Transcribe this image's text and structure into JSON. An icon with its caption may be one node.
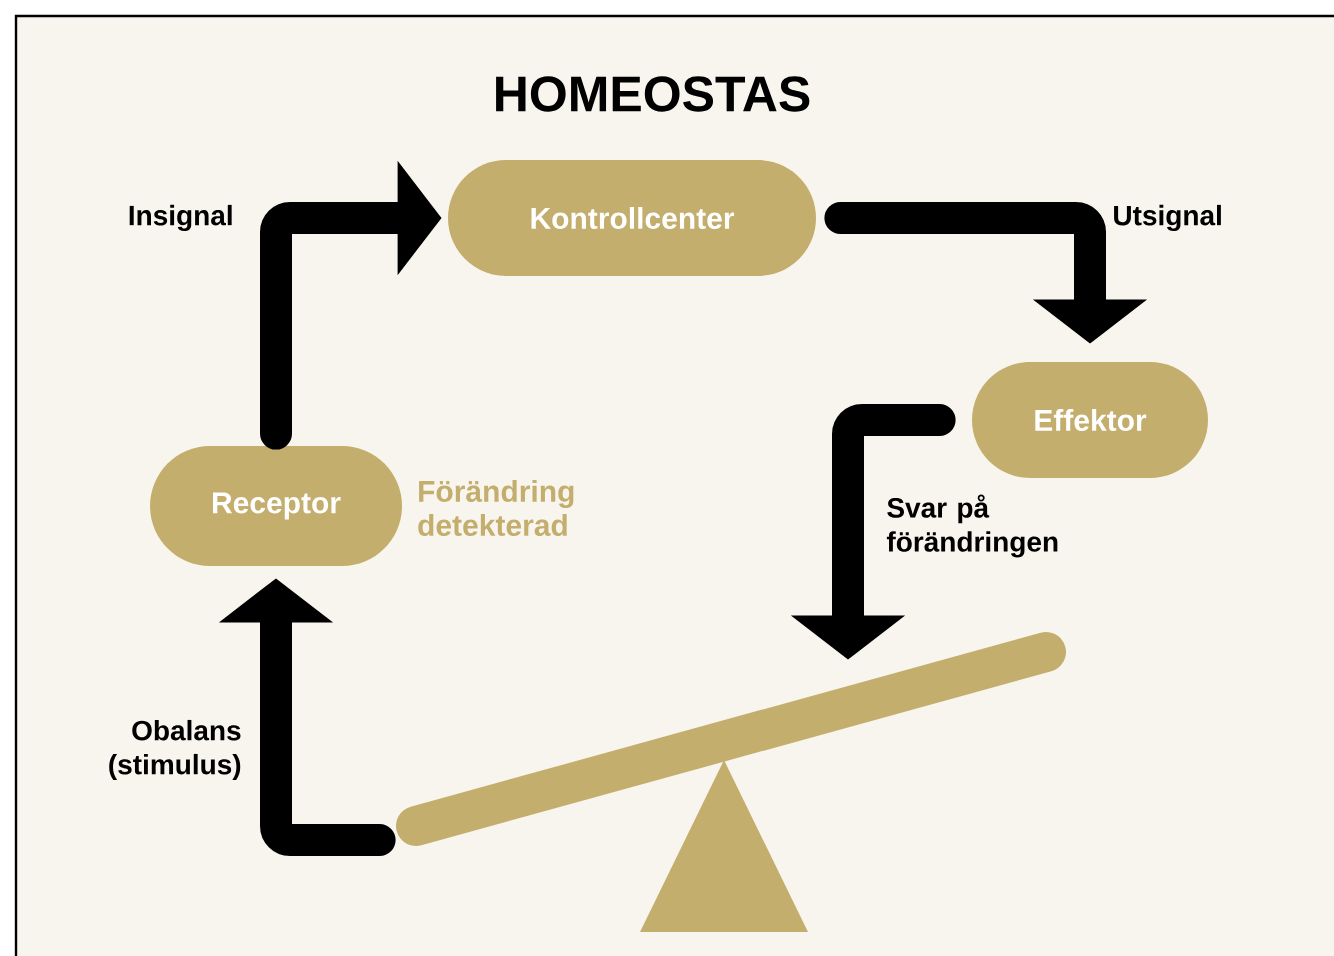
{
  "diagram": {
    "title": "HOMEOSTAS",
    "nodes": [
      {
        "text": [
          "Kontrollcenter"
        ]
      },
      {
        "text": [
          "Effektor"
        ]
      },
      {
        "text": [
          "Receptor"
        ],
        "beside": [
          "Förändring detekterad"
        ]
      },
      {
        "text": [],
        "shape": "picture"
      }
    ],
    "edges": [
      {
        "from": 2,
        "to": 0,
        "arrow": "to",
        "label": "Insignal"
      },
      {
        "from": 0,
        "to": 1,
        "arrow": "to",
        "label": "Utsignal"
      },
      {
        "from": 1,
        "to": 3,
        "arrow": "to",
        "label": "Svar på förändringen"
      },
      {
        "from": 3,
        "to": 2,
        "arrow": "to",
        "label": "Obalans (stimulus)"
      }
    ]
  }
}
